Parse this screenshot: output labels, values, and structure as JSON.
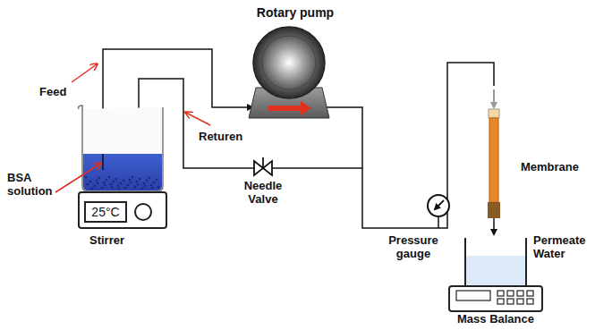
{
  "diagram": {
    "nodes": [
      {
        "text": [
          "25°C"
        ]
      }
    ],
    "labels": [
      "Rotary pump",
      "Feed",
      "Returen",
      "BSA solution",
      "Stirrer",
      "Needle Valve",
      "Pressure gauge",
      "Membrane",
      "Permeate Water",
      "Mass Balance"
    ]
  }
}
